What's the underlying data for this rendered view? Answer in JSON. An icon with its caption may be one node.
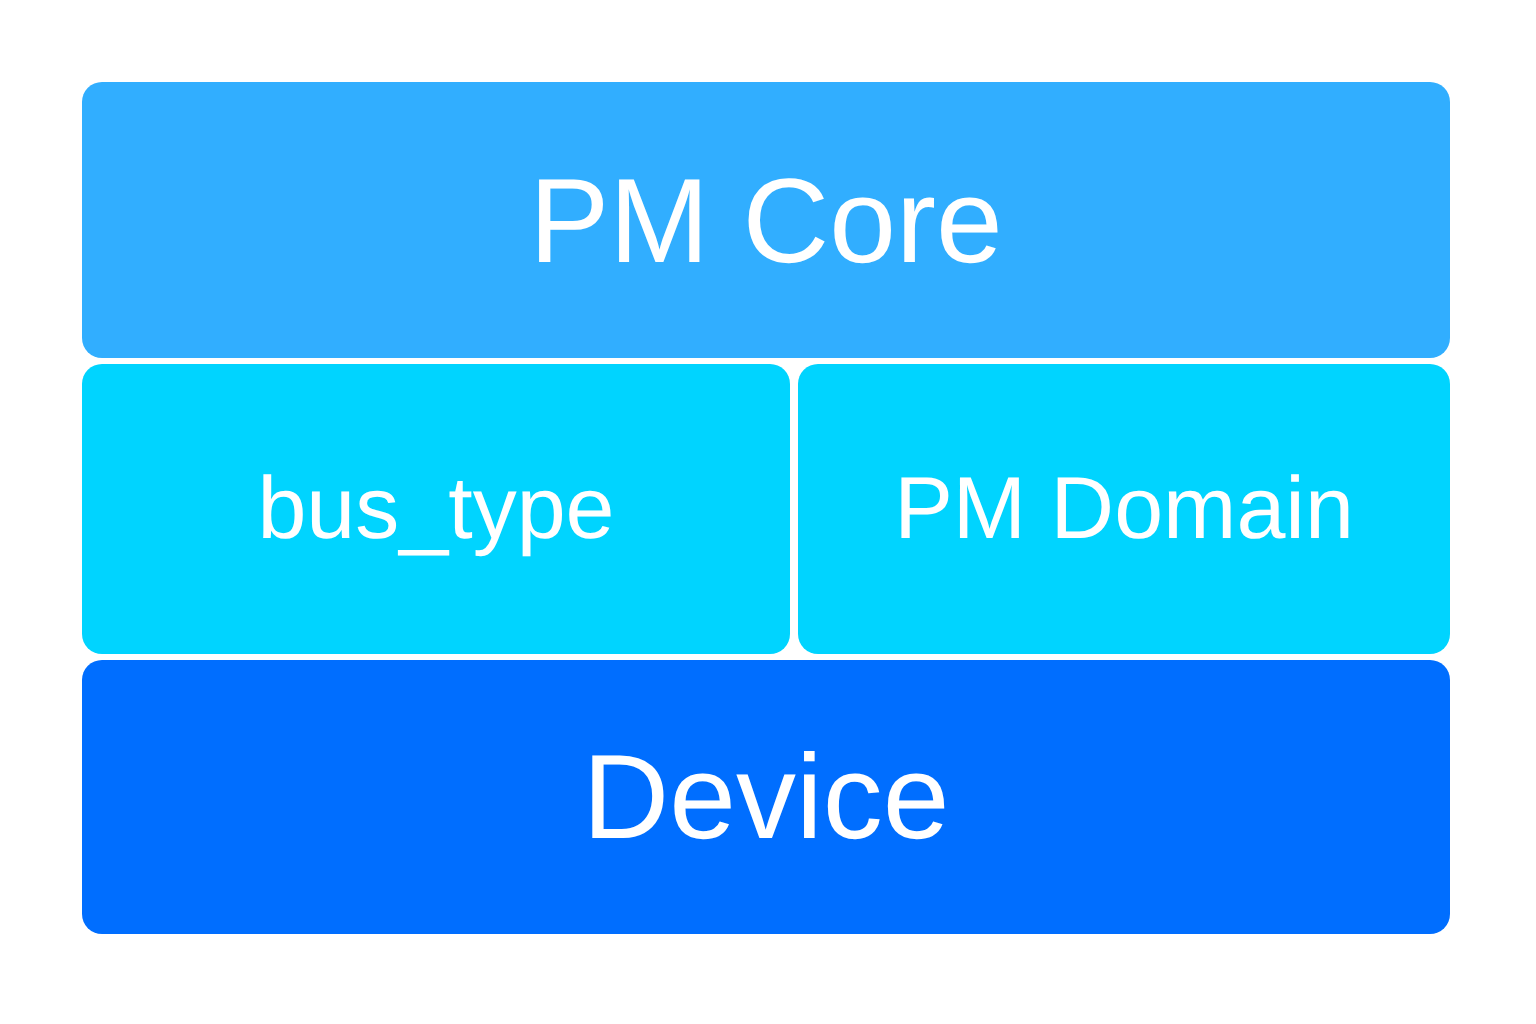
{
  "diagram": {
    "nodes": [
      {
        "text": [
          "PM Core"
        ]
      },
      {
        "text": [
          "bus_type"
        ]
      },
      {
        "text": [
          "PM Domain"
        ]
      },
      {
        "text": [
          "Device"
        ]
      }
    ]
  }
}
